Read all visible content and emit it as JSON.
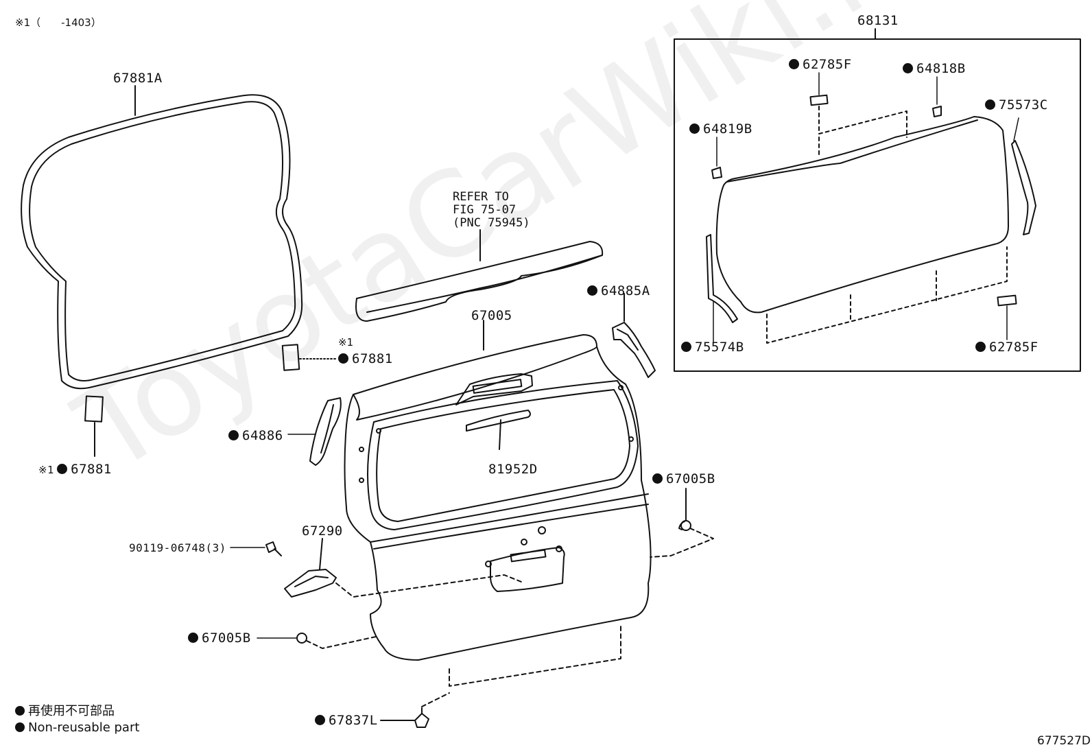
{
  "header_note": "※1（　　-1403）",
  "figure_code": "677527D",
  "watermark": "ToyotaCarWiki.ru",
  "refer_note": "REFER TO\nFIG 75-07\n(PNC 75945)",
  "group_box_label": "68131",
  "labels": {
    "p67881A": "67881A",
    "p67881_top": "67881",
    "p67881_top_note": "※1",
    "p67881_bottom": "67881",
    "p67881_bottom_note": "※1",
    "p67005": "67005",
    "p64885A": "64885A",
    "p64886": "64886",
    "p81952D": "81952D",
    "p67005B_right": "67005B",
    "p67290": "67290",
    "p90119": "90119-06748(3)",
    "p67005B_left": "67005B",
    "p67837L": "67837L",
    "p62785F_top": "62785F",
    "p64818B": "64818B",
    "p75573C": "75573C",
    "p64819B": "64819B",
    "p75574B": "75574B",
    "p62785F_bottom": "62785F"
  },
  "legend": {
    "jp": "再使用不可部品",
    "en": "Non-reusable part"
  }
}
